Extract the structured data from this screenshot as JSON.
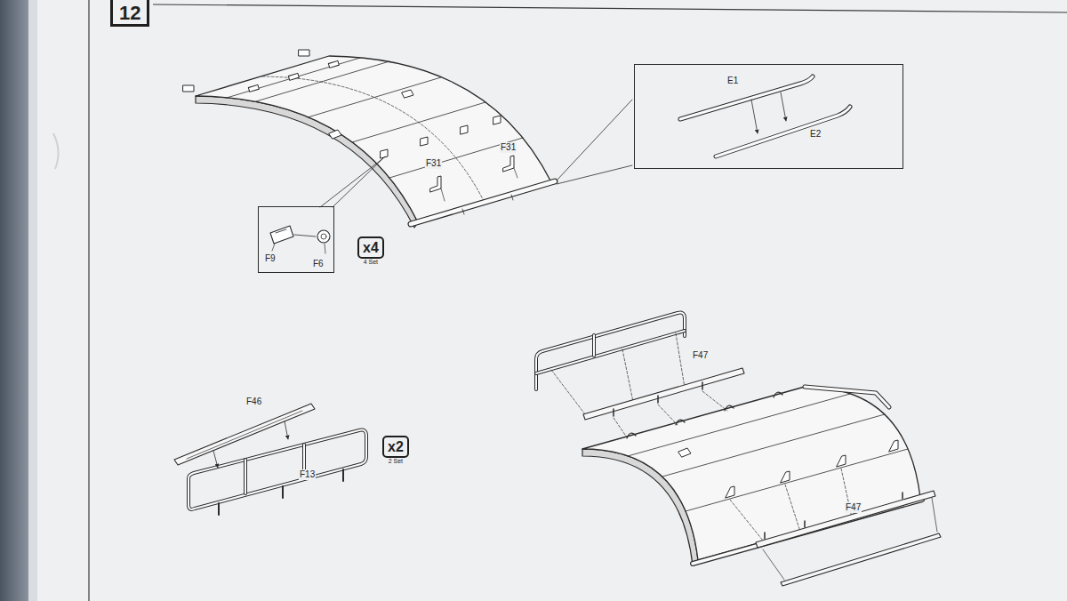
{
  "diagram": {
    "nodes": [
      {
        "text": [
          "12"
        ]
      },
      {
        "text": [
          "E1",
          "E2"
        ]
      },
      {
        "text": [
          "F9",
          "F6"
        ]
      },
      {
        "text": [
          "x4",
          "4 Set"
        ]
      },
      {
        "text": [
          "x2",
          "2 Set"
        ]
      }
    ],
    "labels": [
      "F31",
      "F31",
      "F47",
      "F46",
      "F13",
      "F47"
    ]
  }
}
